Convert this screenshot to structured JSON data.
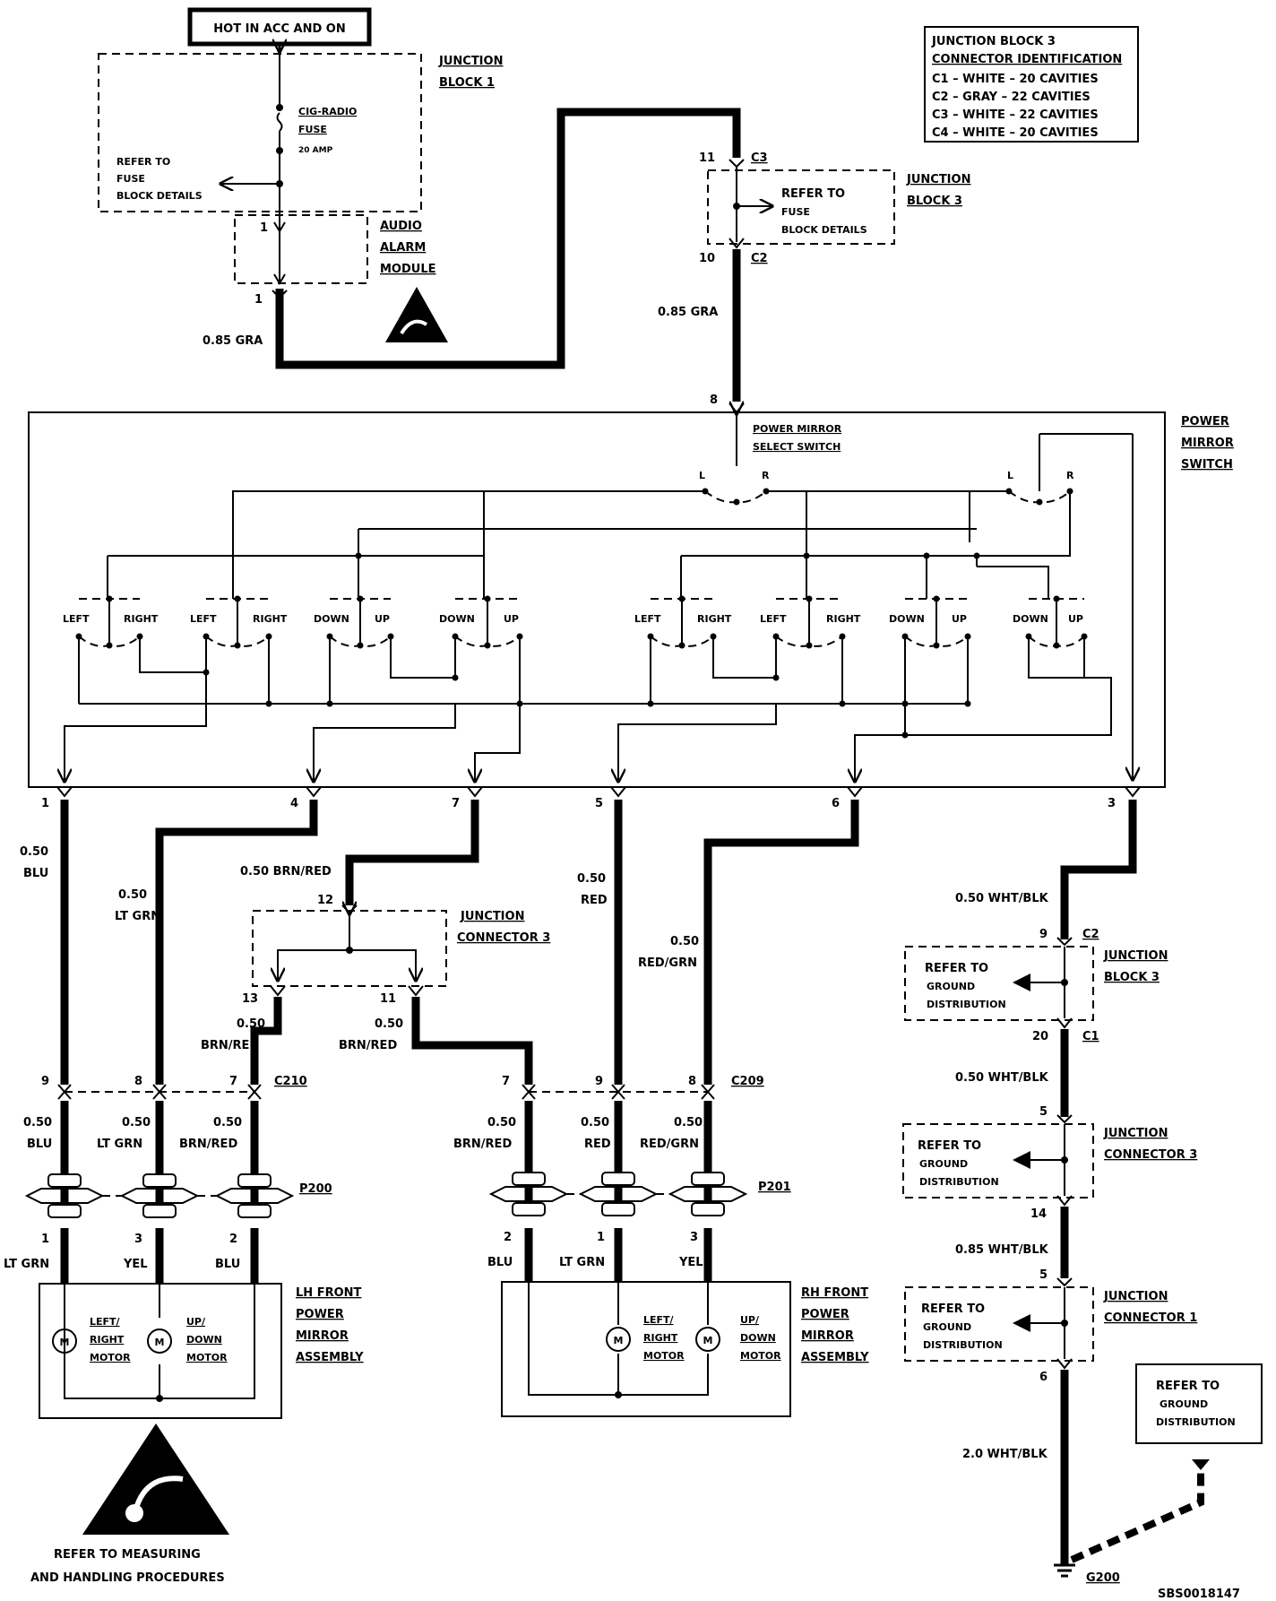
{
  "hot_label": "HOT IN ACC AND ON",
  "jb1": {
    "title_1": "JUNCTION",
    "title_2": "BLOCK 1",
    "fuse_1": "CIG-RADIO",
    "fuse_2": "FUSE",
    "fuse_amp": "20 AMP",
    "refer_1": "REFER TO",
    "refer_2": "FUSE",
    "refer_3": "BLOCK DETAILS"
  },
  "audio_alarm": {
    "l1": "AUDIO",
    "l2": "ALARM",
    "l3": "MODULE",
    "pin_top": "1",
    "pin_bottom": "1"
  },
  "wire_gra_left": "0.85 GRA",
  "jb3_id": {
    "title_1": "JUNCTION BLOCK 3",
    "title_2": "CONNECTOR IDENTIFICATION",
    "c1": "C1 – WHITE – 20 CAVITIES",
    "c2": "C2 – GRAY – 22 CAVITIES",
    "c3": "C3 – WHITE – 22 CAVITIES",
    "c4": "C4 – WHITE – 20 CAVITIES"
  },
  "jb3_top": {
    "pin_in": "11",
    "conn_in": "C3",
    "pin_out": "10",
    "conn_out": "C2",
    "refer_1": "REFER TO",
    "refer_2": "FUSE",
    "refer_3": "BLOCK DETAILS",
    "title_1": "JUNCTION",
    "title_2": "BLOCK 3"
  },
  "wire_gra_right": "0.85 GRA",
  "switch": {
    "pin_in": "8",
    "select_1": "POWER MIRROR",
    "select_2": "SELECT SWITCH",
    "title_1": "POWER",
    "title_2": "MIRROR",
    "title_3": "SWITCH",
    "sel_l": "L",
    "sel_r": "R",
    "pos_labels": [
      "LEFT",
      "RIGHT",
      "LEFT",
      "RIGHT",
      "DOWN",
      "UP",
      "DOWN",
      "UP",
      "LEFT",
      "RIGHT",
      "LEFT",
      "RIGHT",
      "DOWN",
      "UP",
      "DOWN",
      "UP"
    ],
    "out_pins": [
      "1",
      "4",
      "7",
      "5",
      "6",
      "3"
    ]
  },
  "wires": {
    "w1": [
      "0.50",
      "BLU"
    ],
    "w4": [
      "0.50",
      "LT GRN"
    ],
    "w7": "0.50 BRN/RED",
    "w5": [
      "0.50",
      "RED"
    ],
    "w6": [
      "0.50",
      "RED/GRN"
    ],
    "w3": "0.50 WHT/BLK"
  },
  "jc3_left": {
    "pin_in": "12",
    "pin_a": "13",
    "pin_b": "11",
    "title_1": "JUNCTION",
    "title_2": "CONNECTOR 3",
    "w13": [
      "0.50",
      "BRN/RED"
    ],
    "w11": [
      "0.50",
      "BRN/RED"
    ]
  },
  "c210": {
    "pins": [
      "9",
      "8",
      "7"
    ],
    "name": "C210"
  },
  "c209": {
    "pins": [
      "7",
      "9",
      "8"
    ],
    "name": "C209"
  },
  "lh_under_c210": [
    [
      "0.50",
      "BLU"
    ],
    [
      "0.50",
      "LT GRN"
    ],
    [
      "0.50",
      "BRN/RED"
    ]
  ],
  "rh_under_c209": [
    [
      "0.50",
      "BRN/RED"
    ],
    [
      "0.50",
      "RED"
    ],
    [
      "0.50",
      "RED/GRN"
    ]
  ],
  "p200": {
    "name": "P200",
    "pins": [
      "1",
      "3",
      "2"
    ],
    "colors": [
      "LT GRN",
      "YEL",
      "BLU"
    ]
  },
  "p201": {
    "name": "P201",
    "pins": [
      "2",
      "1",
      "3"
    ],
    "colors": [
      "BLU",
      "LT GRN",
      "YEL"
    ]
  },
  "lh_mirror": {
    "t1": "LH FRONT",
    "t2": "POWER",
    "t3": "MIRROR",
    "t4": "ASSEMBLY",
    "m1": [
      "LEFT/",
      "RIGHT",
      "MOTOR"
    ],
    "m2": [
      "UP/",
      "DOWN",
      "MOTOR"
    ],
    "motor": "M"
  },
  "rh_mirror": {
    "t1": "RH FRONT",
    "t2": "POWER",
    "t3": "MIRROR",
    "t4": "ASSEMBLY",
    "m1": [
      "LEFT/",
      "RIGHT",
      "MOTOR"
    ],
    "m2": [
      "UP/",
      "DOWN",
      "MOTOR"
    ],
    "motor": "M"
  },
  "ground": {
    "jb3": {
      "pin_in": "9",
      "conn_in": "C2",
      "pin_out": "20",
      "conn_out": "C1",
      "refer": [
        "REFER TO",
        "GROUND",
        "DISTRIBUTION"
      ],
      "title": [
        "JUNCTION",
        "BLOCK 3"
      ]
    },
    "wire_a": "0.50 WHT/BLK",
    "jc3": {
      "pin_in": "5",
      "pin_out": "14",
      "refer": [
        "REFER TO",
        "GROUND",
        "DISTRIBUTION"
      ],
      "title": [
        "JUNCTION",
        "CONNECTOR 3"
      ]
    },
    "wire_b": "0.85 WHT/BLK",
    "jc1": {
      "pin_in": "5",
      "pin_out": "6",
      "refer": [
        "REFER TO",
        "GROUND",
        "DISTRIBUTION"
      ],
      "title": [
        "JUNCTION",
        "CONNECTOR 1"
      ]
    },
    "wire_c": "2.0 WHT/BLK",
    "refer_box": [
      "REFER TO",
      "GROUND",
      "DISTRIBUTION"
    ],
    "g": "G200"
  },
  "esd_note": [
    "REFER TO   MEASURING",
    "AND HANDLING PROCEDURES"
  ],
  "doc_id": "SBS0018147"
}
